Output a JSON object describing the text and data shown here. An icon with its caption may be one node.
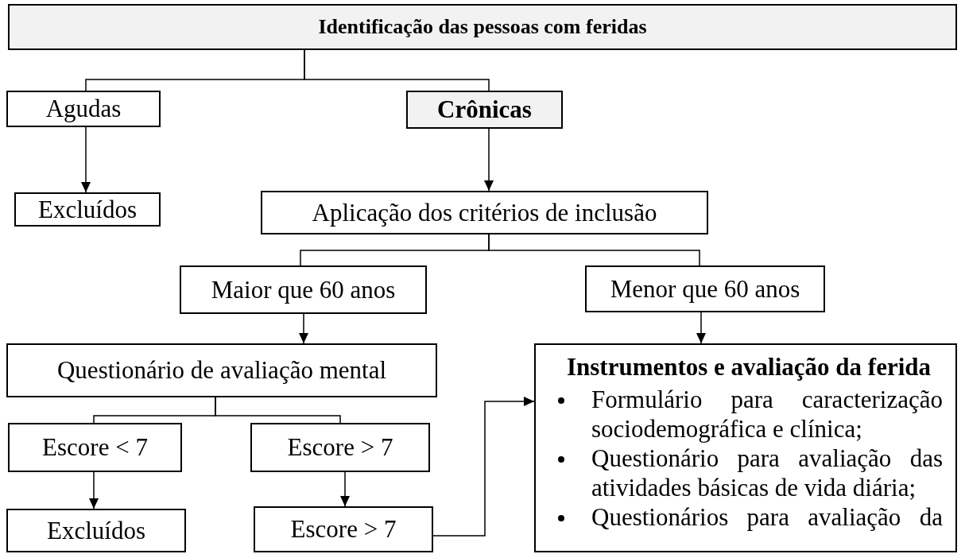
{
  "diagram": {
    "nodes": [
      {
        "text": [
          "Identificação das pessoas com feridas"
        ]
      },
      {
        "text": [
          "Agudas"
        ]
      },
      {
        "text": [
          "Crônicas"
        ]
      },
      {
        "text": [
          "Excluídos"
        ]
      },
      {
        "text": [
          "Aplicação dos critérios de inclusão"
        ]
      },
      {
        "text": [
          "Maior que 60 anos"
        ]
      },
      {
        "text": [
          "Menor que 60 anos"
        ]
      },
      {
        "text": [
          "Questionário de avaliação mental"
        ]
      },
      {
        "text": [
          "Instrumentos e avaliação da ferida",
          "Formulário para caracterização sociodemográfica e clínica;",
          "Questionário para avaliação das atividades básicas de vida diária;",
          "Questionários para avaliação da"
        ]
      },
      {
        "text": [
          "Escore < 7"
        ]
      },
      {
        "text": [
          "Escore > 7"
        ]
      },
      {
        "text": [
          "Excluídos"
        ]
      },
      {
        "text": [
          "Escore > 7"
        ]
      }
    ],
    "edges": [
      {
        "from": 0,
        "to": 1,
        "arrow": "none"
      },
      {
        "from": 0,
        "to": 2,
        "arrow": "none"
      },
      {
        "from": 1,
        "to": 3,
        "arrow": "to"
      },
      {
        "from": 2,
        "to": 4,
        "arrow": "to"
      },
      {
        "from": 4,
        "to": 5,
        "arrow": "none"
      },
      {
        "from": 4,
        "to": 6,
        "arrow": "none"
      },
      {
        "from": 5,
        "to": 7,
        "arrow": "to"
      },
      {
        "from": 6,
        "to": 8,
        "arrow": "to"
      },
      {
        "from": 7,
        "to": 9,
        "arrow": "none"
      },
      {
        "from": 7,
        "to": 10,
        "arrow": "none"
      },
      {
        "from": 9,
        "to": 11,
        "arrow": "to"
      },
      {
        "from": 10,
        "to": 12,
        "arrow": "to"
      },
      {
        "from": 12,
        "to": 8,
        "arrow": "to"
      }
    ]
  }
}
